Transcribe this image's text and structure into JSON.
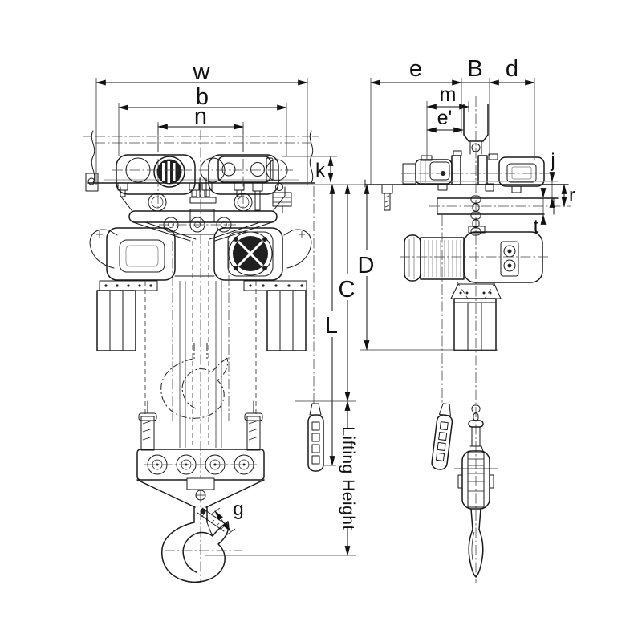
{
  "colors": {
    "line": "#1a1a1a",
    "line_light": "#9a9a9a",
    "background": "#ffffff",
    "dark_fill": "#1f1f1f"
  },
  "front_view": {
    "labels": {
      "w": "w",
      "b": "b",
      "n": "n",
      "k": "k",
      "c": "C",
      "l": "L",
      "g": "g",
      "lifting_height": "Lifting Height"
    }
  },
  "side_view": {
    "labels": {
      "e": "e",
      "b_upper": "B",
      "d": "d",
      "m": "m",
      "e_prime": "e'",
      "j": "j",
      "r": "r",
      "t": "t",
      "d_upper": "D"
    }
  }
}
